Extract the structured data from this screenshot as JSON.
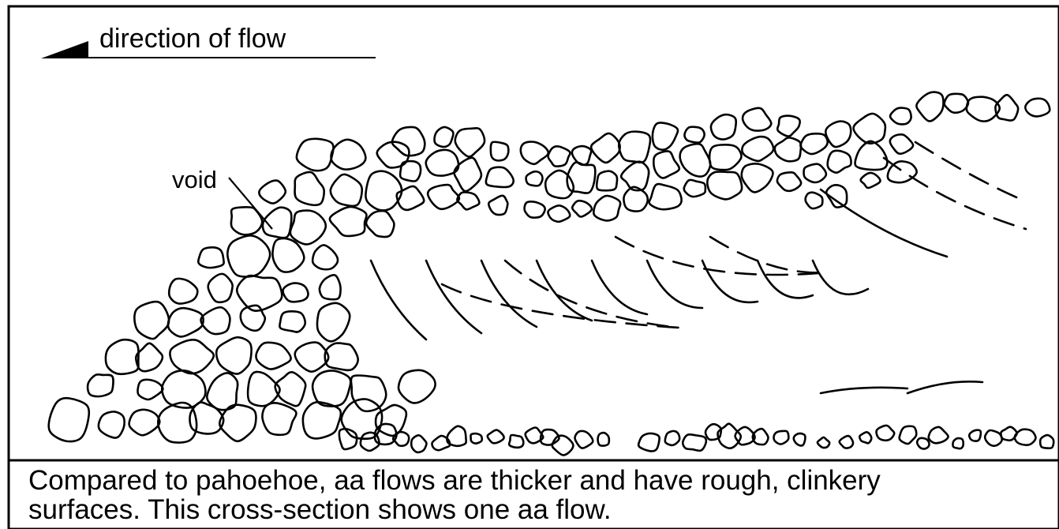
{
  "legend": {
    "label": "direction of flow",
    "icon": "wedge-arrow-icon"
  },
  "labels": {
    "void": "void"
  },
  "caption": {
    "line1": "Compared to pahoehoe, aa flows are thicker and have rough, clinkery",
    "line2": "surfaces.  This cross-section shows one aa flow."
  },
  "colors": {
    "ink": "#000000",
    "background": "#ffffff"
  }
}
